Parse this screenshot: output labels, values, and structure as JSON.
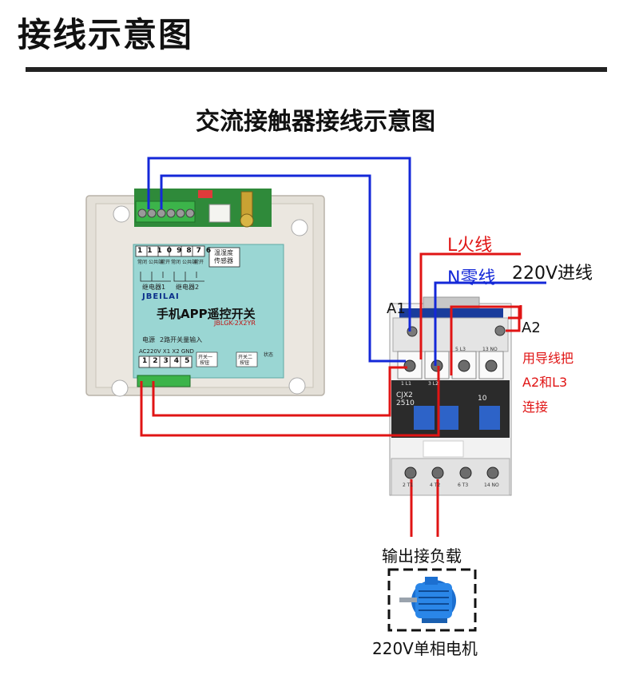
{
  "header": {
    "title": "接线示意图"
  },
  "diagram": {
    "title": "交流接触器接线示意图",
    "labels": {
      "L_line": "L火线",
      "N_line": "N零线",
      "supply": "220V进线",
      "A1": "A1",
      "A2": "A2",
      "note_1": "用导线把",
      "note_2": "A2和L3",
      "note_3": "连接",
      "load_output": "输出接负载",
      "motor": "220V单相电机"
    },
    "controller": {
      "brand": "JBEILAI",
      "product_name": "手机APP遥控开关",
      "model": "JBLGK-2X2YR",
      "terminal_numbers_top": [
        "11",
        "10",
        "9",
        "8",
        "7",
        "6"
      ],
      "sensor_label_1": "温湿度",
      "sensor_label_2": "传感器",
      "relay_1": "继电器1",
      "relay_2": "继电器2",
      "nc_label": "常闭",
      "com_label": "公共端",
      "no_label": "常开",
      "power_label": "电源",
      "input_label": "2路开关量输入",
      "bottom_terms": "AC220V  X1 X2 GND",
      "terminal_numbers_bottom": [
        "1",
        "2",
        "3",
        "4",
        "5"
      ],
      "btn_label_1": "开关一",
      "btn_label_1b": "按钮",
      "btn_label_2": "开关二",
      "btn_label_2b": "按钮",
      "status_label": "状态"
    },
    "contactor": {
      "model_1": "CJX2",
      "model_2": "2510",
      "contact_no": "10",
      "top_terms": [
        "1 L1",
        "3 L2",
        "5 L3",
        "13 NO"
      ],
      "bottom_terms": [
        "2 T1",
        "4 T2",
        "6 T3",
        "14 NO"
      ]
    }
  },
  "colors": {
    "blue_wire": "#1428d8",
    "red_wire": "#e01414",
    "device_body": "#e6e2da",
    "panel": "#9ad6d3"
  }
}
